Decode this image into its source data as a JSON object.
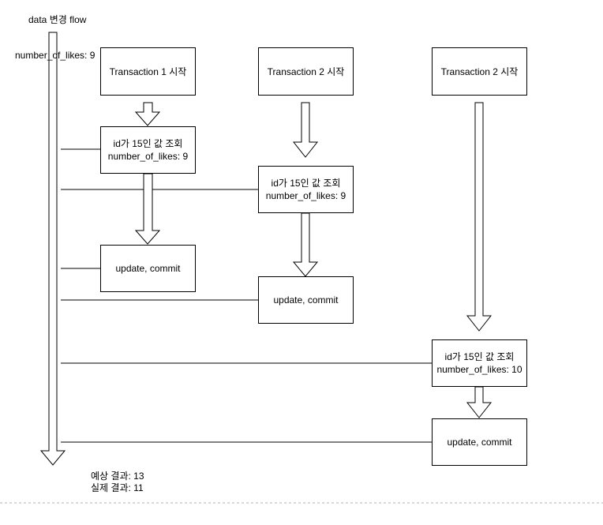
{
  "title": "data 변경 flow",
  "initial_value": "number_of_likes: 9",
  "transactions": [
    {
      "start_label": "Transaction 1 시작",
      "read_line1": "id가 15인 값 조회",
      "read_line2": "number_of_likes: 9",
      "update_label": "update, commit"
    },
    {
      "start_label": "Transaction 2 시작",
      "read_line1": "id가 15인 값 조회",
      "read_line2": "number_of_likes: 9",
      "update_label": "update, commit"
    },
    {
      "start_label": "Transaction 2 시작",
      "read_line1": "id가 15인 값 조회",
      "read_line2": "number_of_likes: 10",
      "update_label": "update, commit"
    }
  ],
  "result": {
    "expected": "예상 결과: 13",
    "actual": "실제 결과: 11"
  },
  "colors": {
    "stroke": "#000000",
    "fill": "#ffffff",
    "page_border": "#b0b0b0"
  }
}
